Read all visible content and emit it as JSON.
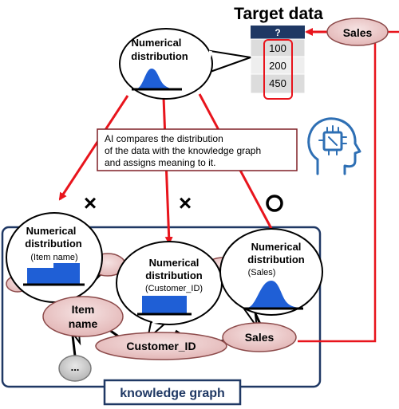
{
  "target": {
    "title": "Target data",
    "header": "?",
    "values": [
      "100",
      "200",
      "450"
    ],
    "column_node": "Sales"
  },
  "distribution_top": {
    "line1": "Numerical",
    "line2": "distribution"
  },
  "ai_box": {
    "lines": [
      "AI compares the distribution",
      "of the data with the knowledge graph",
      "and assigns meaning to it."
    ]
  },
  "marks": {
    "left": "×",
    "middle": "×",
    "right": "O"
  },
  "knowledge_graph": {
    "label": "knowledge graph",
    "bubbles": [
      {
        "line1": "Numerical",
        "line2": "distribution",
        "sub": "(Item name)"
      },
      {
        "line1": "Numerical",
        "line2": "distribution",
        "sub": "(Customer_ID)"
      },
      {
        "line1": "Numerical",
        "line2": "distribution",
        "sub": "(Sales)"
      }
    ],
    "nodes": {
      "item_line1": "Item",
      "item_line2": "name",
      "customer": "Customer_ID",
      "sales": "Sales",
      "more": "..."
    }
  },
  "colors": {
    "arrow": "#e8141c",
    "dark_navy": "#1f3864",
    "blue_fill": "#1f5fd6",
    "node_fill": "#ecc9c9",
    "node_stroke": "#8c4a4a",
    "ai_box_stroke": "#7f1f25",
    "ai_icon": "#2e6fb4"
  }
}
